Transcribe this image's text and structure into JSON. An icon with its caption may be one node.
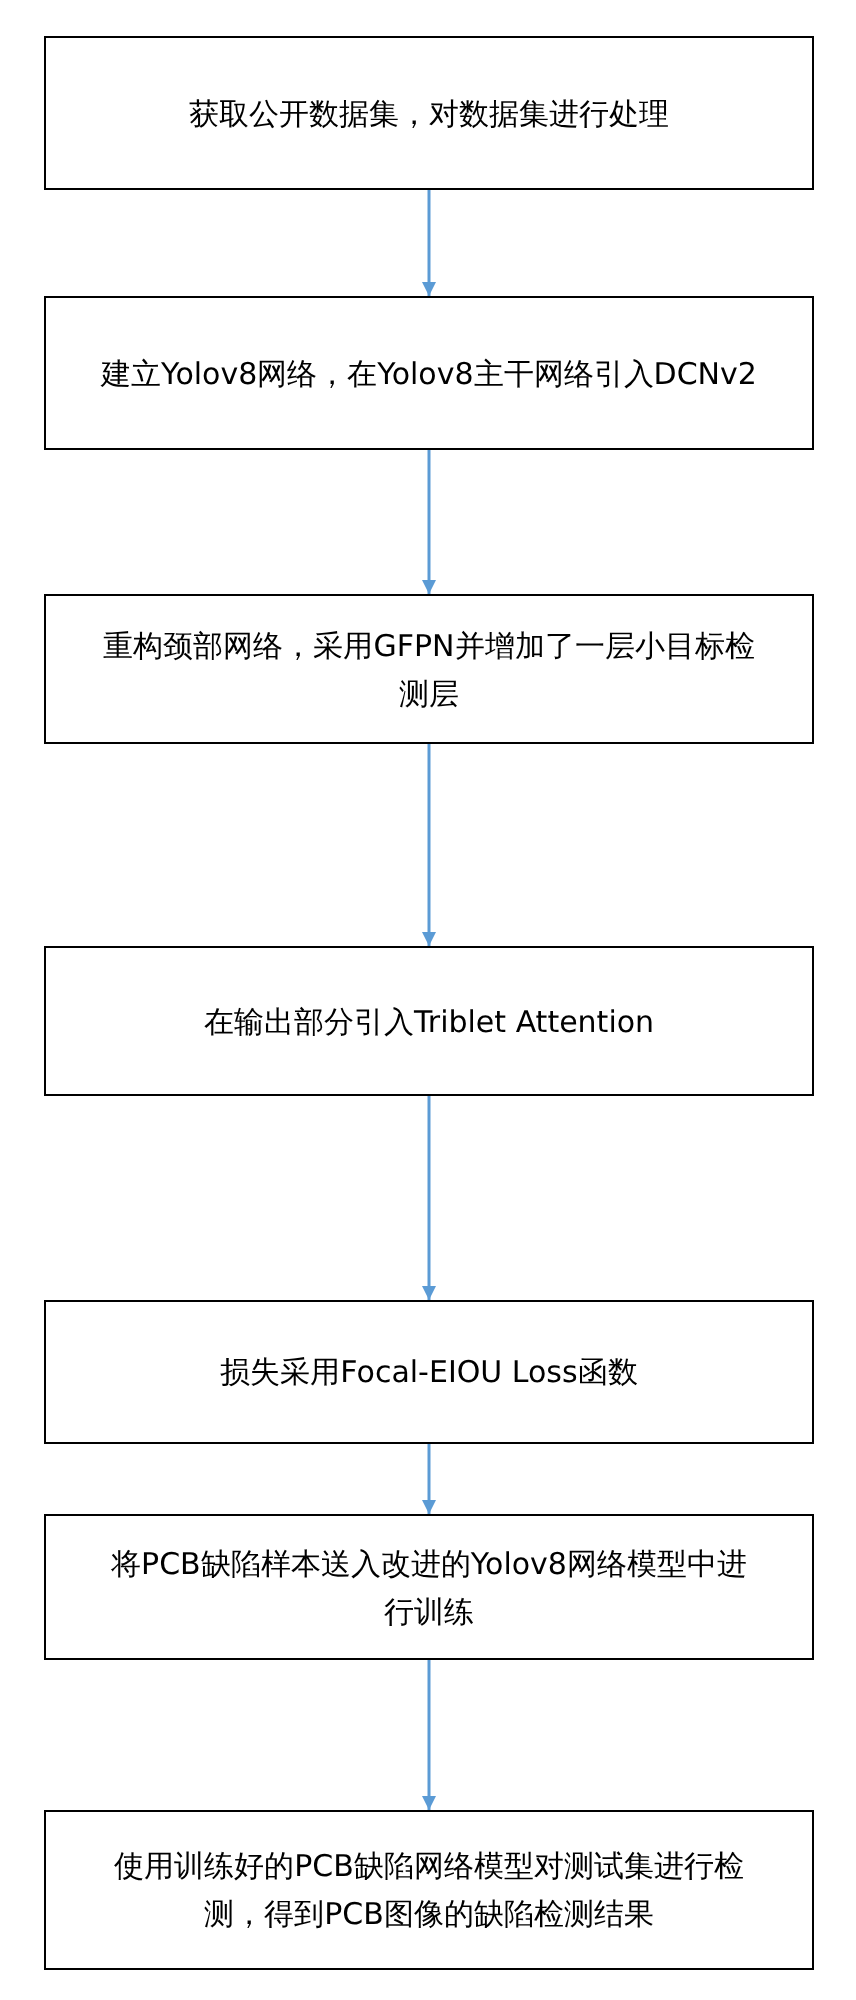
{
  "diagram": {
    "nodes": [
      {
        "text": [
          "获取公开数据集，对数据集进行处理"
        ]
      },
      {
        "text": [
          "建立Yolov8网络，在Yolov8主干网络引入DCNv2"
        ]
      },
      {
        "text": [
          "重构颈部网络，采用GFPN并增加了一层小目标检测层"
        ]
      },
      {
        "text": [
          "在输出部分引入Triblet Attention"
        ]
      },
      {
        "text": [
          "损失采用Focal-EIOU Loss函数"
        ]
      },
      {
        "text": [
          "将PCB缺陷样本送入改进的Yolov8网络模型中进行训练"
        ]
      },
      {
        "text": [
          "使用训练好的PCB缺陷网络模型对测试集进行检测，得到PCB图像的缺陷检测结果"
        ]
      }
    ],
    "edges": [
      {
        "from": 0,
        "to": 1,
        "arrow": "to"
      },
      {
        "from": 1,
        "to": 2,
        "arrow": "to"
      },
      {
        "from": 2,
        "to": 3,
        "arrow": "to"
      },
      {
        "from": 3,
        "to": 4,
        "arrow": "to"
      },
      {
        "from": 4,
        "to": 5,
        "arrow": "to"
      },
      {
        "from": 5,
        "to": 6,
        "arrow": "to"
      }
    ]
  }
}
